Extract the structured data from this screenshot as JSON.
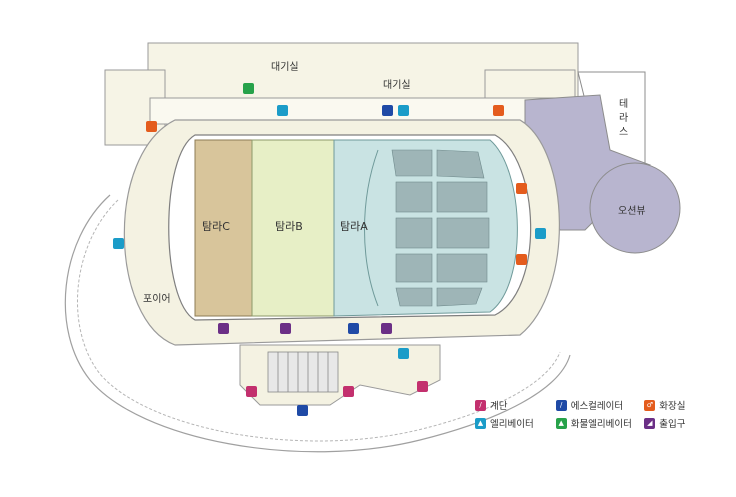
{
  "rooms": {
    "waiting_room_1": "대기실",
    "waiting_room_2": "대기실",
    "terrace": "테라스",
    "ocean_view": "오션뷰",
    "foyer": "포이어",
    "hall_c": "탐라C",
    "hall_b": "탐라B",
    "hall_a": "탐라A"
  },
  "legend": [
    {
      "icon": "stairs-icon",
      "label": "계단",
      "color": "#c3306e"
    },
    {
      "icon": "escalator-icon",
      "label": "에스컬레이터",
      "color": "#1f4aa6"
    },
    {
      "icon": "restroom-icon",
      "label": "화장실",
      "color": "#e45c1d"
    },
    {
      "icon": "elevator-icon",
      "label": "엘리베이터",
      "color": "#1b9cc8"
    },
    {
      "icon": "freight-elevator-icon",
      "label": "화물엘리베이터",
      "color": "#27a24a"
    },
    {
      "icon": "entrance-icon",
      "label": "출입구",
      "color": "#6b2f86"
    }
  ],
  "colors": {
    "hall_c": "#d8c59b",
    "hall_b": "#e7efc6",
    "hall_a": "#c9e3e3",
    "foyer": "#f4f2e2",
    "ocean_view": "#b8b5cf",
    "walls": "#9a9a9a"
  }
}
